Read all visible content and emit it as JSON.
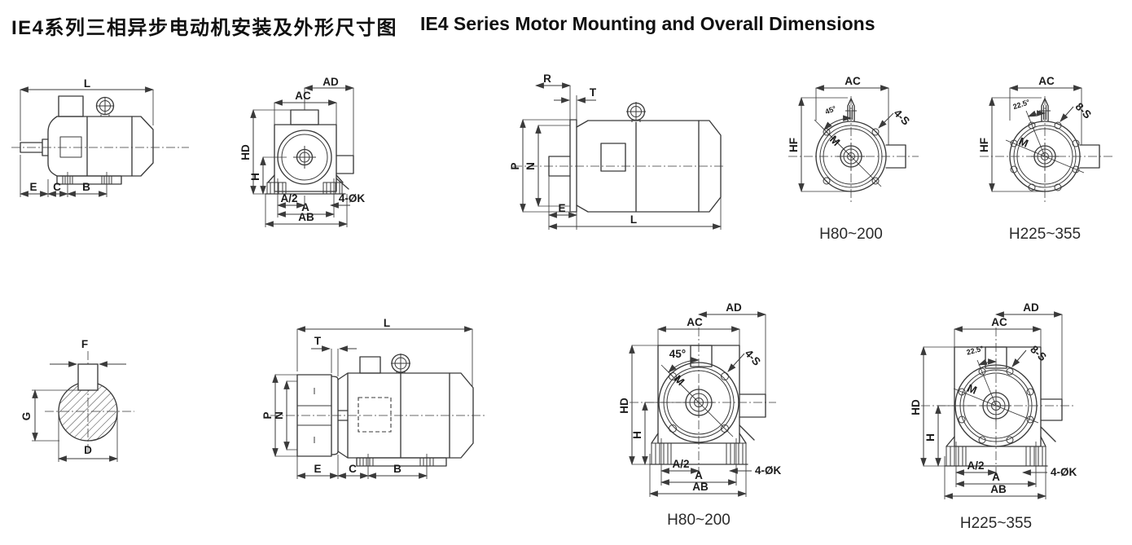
{
  "title": {
    "zh": "IE4系列三相异步电动机安装及外形尺寸图",
    "en": "IE4 Series Motor Mounting and Overall Dimensions"
  },
  "colors": {
    "line": "#3a3a3a",
    "text": "#1c1c1c",
    "background": "#ffffff"
  },
  "figures": {
    "foot_side": {
      "dims": {
        "L": "L",
        "E": "E",
        "C": "C",
        "B": "B"
      }
    },
    "foot_front": {
      "dims": {
        "AD": "AD",
        "AC": "AC",
        "HD": "HD",
        "H": "H",
        "A2": "A/2",
        "A": "A",
        "AB": "AB",
        "K": "4-ØK"
      }
    },
    "flange_side": {
      "dims": {
        "R": "R",
        "T": "T",
        "P": "P",
        "N": "N",
        "E": "E",
        "L": "L"
      }
    },
    "flange_front_small": {
      "caption": "H80~200",
      "dims": {
        "AC": "AC",
        "HF": "HF",
        "angle": "45°",
        "bolts": "4-S",
        "M": "M"
      }
    },
    "flange_front_large": {
      "caption": "H225~355",
      "dims": {
        "AC": "AC",
        "HF": "HF",
        "angle": "22.5°",
        "bolts": "8-S",
        "M": "M"
      }
    },
    "shaft_section": {
      "dims": {
        "F": "F",
        "G": "G",
        "D": "D"
      }
    },
    "flange_foot_side": {
      "dims": {
        "L": "L",
        "T": "T",
        "P": "P",
        "N": "N",
        "E": "E",
        "C": "C",
        "B": "B"
      }
    },
    "foot_flange_front_small": {
      "caption": "H80~200",
      "dims": {
        "AD": "AD",
        "AC": "AC",
        "angle": "45°",
        "bolts": "4-S",
        "M": "M",
        "HD": "HD",
        "H": "H",
        "A2": "A/2",
        "A": "A",
        "AB": "AB",
        "K": "4-ØK"
      }
    },
    "foot_flange_front_large": {
      "caption": "H225~355",
      "dims": {
        "AD": "AD",
        "AC": "AC",
        "angle": "22.5°",
        "bolts": "8-S",
        "M": "M",
        "HD": "HD",
        "H": "H",
        "A2": "A/2",
        "A": "A",
        "AB": "AB",
        "K": "4-ØK"
      }
    }
  }
}
